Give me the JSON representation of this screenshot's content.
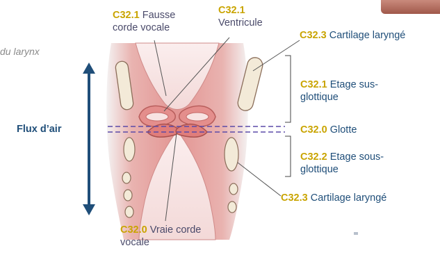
{
  "side_text": "du larynx",
  "flux": "Flux d’air",
  "labels": {
    "fausse_corde": {
      "code": "C32.1",
      "text1": "Fausse",
      "text2": "corde vocale"
    },
    "ventricule": {
      "code": "C32.1",
      "text": "Ventricule"
    },
    "cartilage_top": {
      "code": "C32.3",
      "text": "Cartilage laryngé"
    },
    "etage_sus": {
      "code": "C32.1",
      "text1": "Etage sus-",
      "text2": "glottique"
    },
    "glotte": {
      "code": "C32.0",
      "text": "Glotte"
    },
    "etage_sous": {
      "code": "C32.2",
      "text1": "Etage sous-",
      "text2": "glottique"
    },
    "cartilage_bottom": {
      "code": "C32.3",
      "text": "Cartilage laryngé"
    },
    "vraie_corde": {
      "code": "C32.0",
      "text1": "Vraie corde",
      "text2": "vocale"
    }
  },
  "colors": {
    "code": "#c9a400",
    "blue": "#1f4e79",
    "tissue": "#e8a7a4",
    "tissue_dark": "#c9706e",
    "cartilage": "#f3ead8",
    "dash": "#5b4aa8"
  }
}
